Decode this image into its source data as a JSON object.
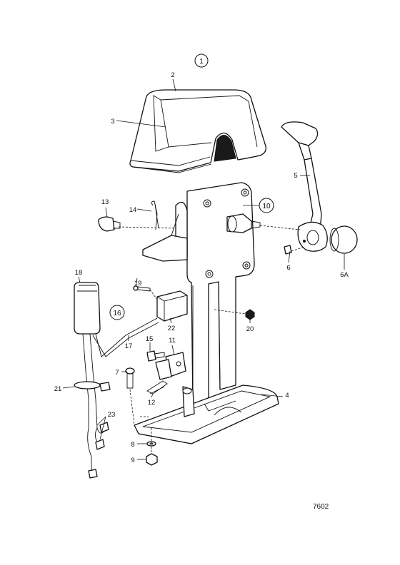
{
  "drawing": {
    "number": "7602",
    "assembly_callouts": [
      "1",
      "10",
      "16"
    ],
    "part_labels": {
      "p2": "2",
      "p3": "3",
      "p4": "4",
      "p5": "5",
      "p6": "6",
      "p6a": "6A",
      "p7": "7",
      "p8": "8",
      "p9": "9",
      "p11": "11",
      "p12": "12",
      "p13": "13",
      "p14": "14",
      "p15": "15",
      "p17": "17",
      "p18": "18",
      "p19": "19",
      "p20": "20",
      "p21": "21",
      "p22": "22",
      "p23": "23"
    }
  }
}
